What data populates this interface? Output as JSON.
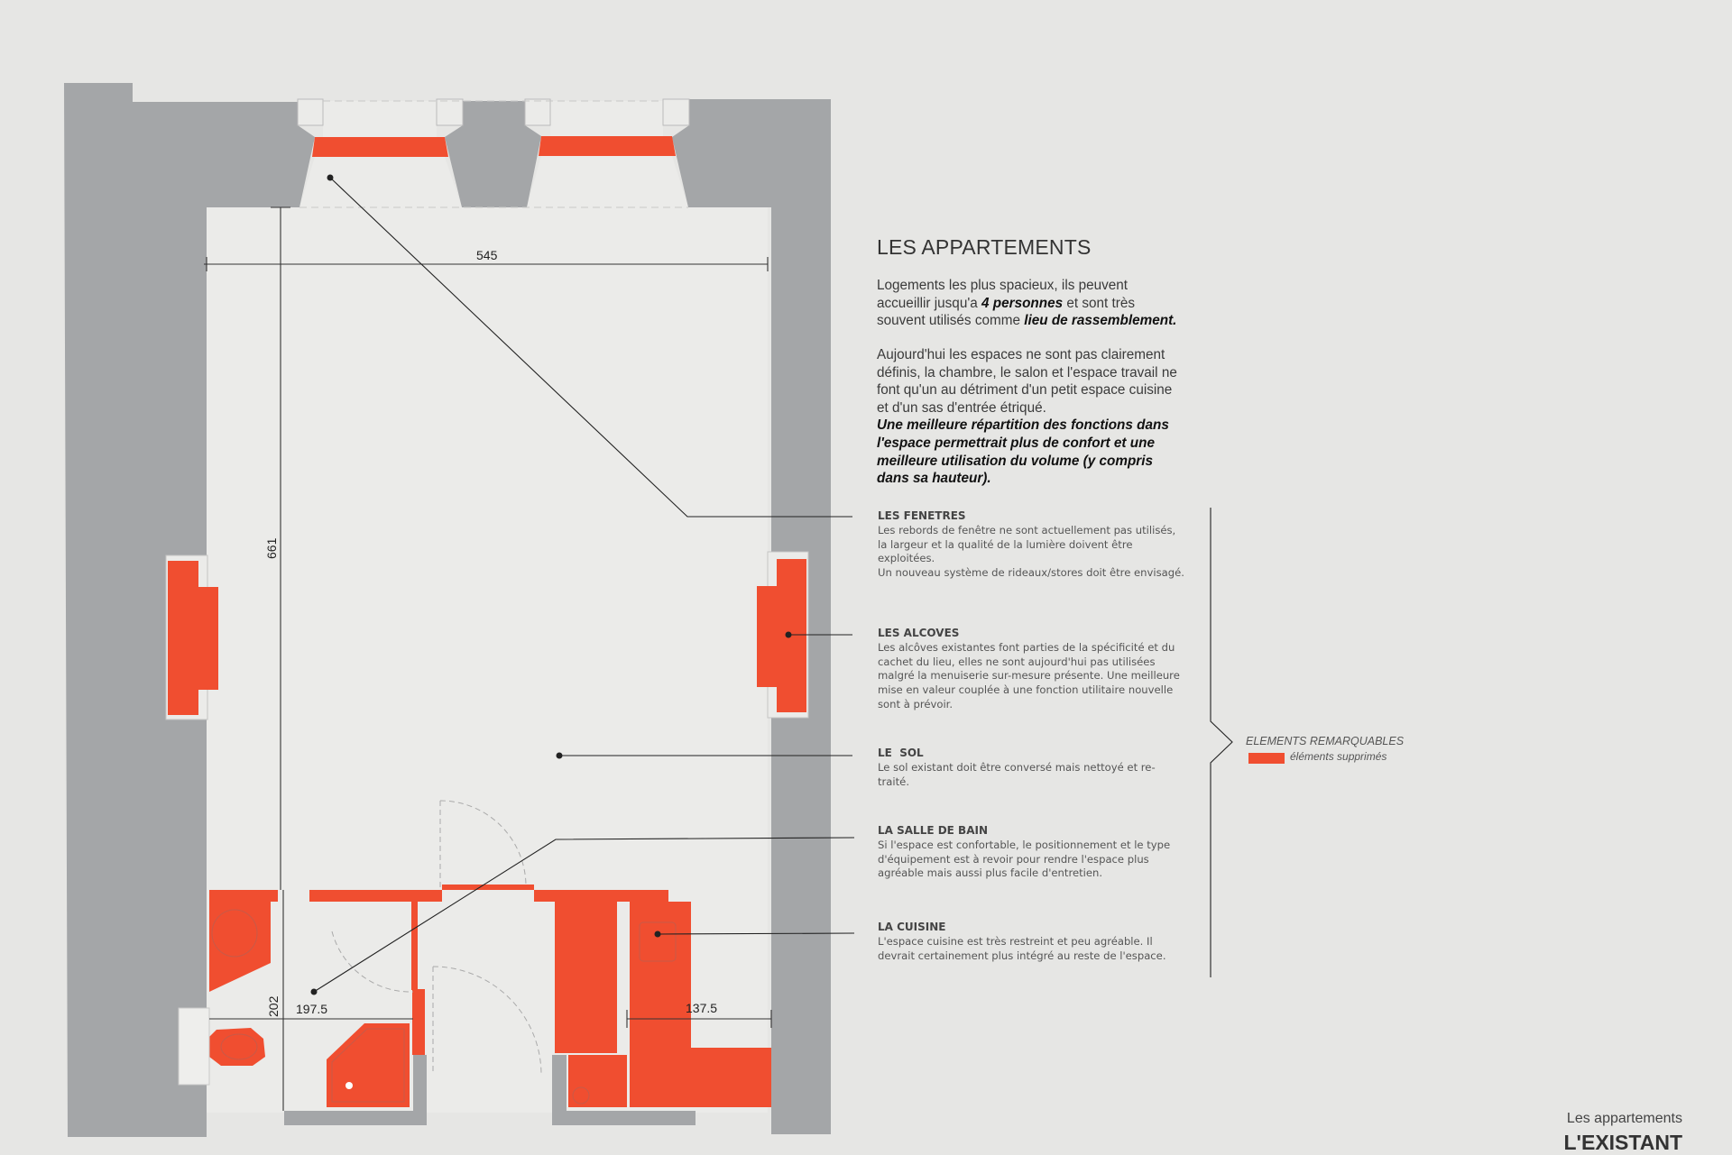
{
  "colors": {
    "wall": "#a4a6a8",
    "removed": "#f04e30",
    "background": "#e6e6e4",
    "floor": "#ebebe9"
  },
  "plan": {
    "dimensions": {
      "width_top": "545",
      "height_main": "661",
      "bath_height": "202",
      "bath_width": "197.5",
      "kitchen_width": "137.5"
    }
  },
  "intro": {
    "title": "LES APPARTEMENTS",
    "p1_a": "Logements les plus spacieux, ils peuvent accueillir jusqu'a ",
    "p1_b": "4 personnes",
    "p1_c": " et sont très souvent utilisés comme ",
    "p1_d": "lieu de rassemblement.",
    "p2": "Aujourd'hui les espaces ne sont pas clairement définis, la chambre, le salon et l'espace travail ne font qu'un au détriment d'un petit espace cuisine et d'un sas d'entrée étriqué.",
    "p2_bold": "Une meilleure répartition des fonctions dans l'espace permettrait plus de confort et une meilleure utilisation du volume (y compris dans sa hauteur)."
  },
  "notes": [
    {
      "title": "LES FENETRES",
      "text": "Les rebords de fenêtre ne sont actuellement pas utilisés, la largeur et la qualité de la lumière doivent être exploitées.",
      "text2": "Un nouveau système de rideaux/stores doit être envisagé."
    },
    {
      "title": "LES ALCOVES",
      "text": "Les alcôves existantes font parties de la spécificité et du cachet du lieu, elles ne sont aujourd'hui pas utilisées malgré la menuiserie sur-mesure présente. Une meilleure mise en valeur couplée à une fonction utilitaire nouvelle sont à prévoir."
    },
    {
      "title": "LE  SOL",
      "text": "Le sol existant doit être conversé mais nettoyé et re-traité."
    },
    {
      "title": "LA SALLE DE BAIN",
      "text": "Si l'espace est confortable, le positionnement et le type d'équipement est à revoir pour rendre l'espace plus agréable mais aussi plus facile d'entretien."
    },
    {
      "title": "LA CUISINE",
      "text": "L'espace cuisine est très restreint et peu agréable. Il devrait certainement plus intégré au reste de l'espace."
    }
  ],
  "legend": {
    "title": "ELEMENTS REMARQUABLES",
    "item": "éléments supprimés"
  },
  "footer": {
    "subtitle": "Les appartements",
    "title": "L'EXISTANT"
  }
}
